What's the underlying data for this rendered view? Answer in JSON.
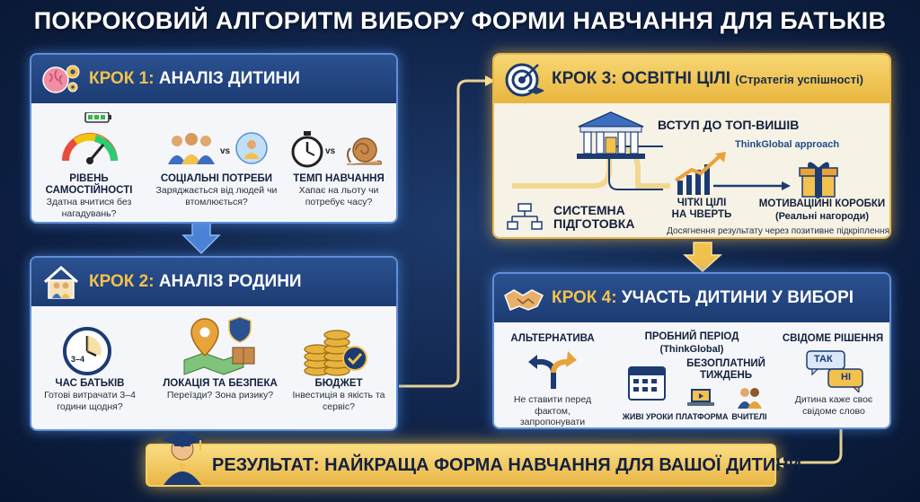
{
  "title": "ПОКРОКОВИЙ АЛГОРИТМ ВИБОРУ ФОРМИ НАВЧАННЯ ДЛЯ БАТЬКІВ",
  "step1": {
    "kicker": "КРОК 1:",
    "heading": "АНАЛІЗ ДИТИНИ",
    "items": [
      {
        "label": "РІВЕНЬ САМОСТІЙНОСТІ",
        "desc": "Здатна вчитися без нагадувань?"
      },
      {
        "label": "СОЦІАЛЬНІ ПОТРЕБИ",
        "vs": "vs",
        "desc": "Заряджається від людей чи втомлюється?"
      },
      {
        "label": "ТЕМП НАВЧАННЯ",
        "vs": "vs",
        "desc": "Хапає на льоту чи потребує часу?"
      }
    ]
  },
  "step2": {
    "kicker": "КРОК 2:",
    "heading": "АНАЛІЗ РОДИНИ",
    "items": [
      {
        "label": "ЧАС БАТЬКІВ",
        "desc": "Готові витрачати 3–4 години щодня?",
        "clock_text": "3–4"
      },
      {
        "label": "ЛОКАЦІЯ ТА БЕЗПЕКА",
        "desc": "Переїзди? Зона ризику?"
      },
      {
        "label": "БЮДЖЕТ",
        "desc": "Інвестиція в якість та сервіс?"
      }
    ]
  },
  "step3": {
    "kicker": "КРОК 3:",
    "heading": "ОСВІТНІ ЦІЛІ",
    "sub": "(Стратегія успішності)",
    "top": "ВСТУП ДО ТОП-ВИШІВ",
    "approach": "ThinkGlobal approach",
    "system": "СИСТЕМНА ПІДГОТОВКА",
    "goals": "ЧІТКІ ЦІЛІ НА ЧВЕРТЬ",
    "boxes": "МОТИВАЦІЙНІ КОРОБКИ",
    "boxes_sub": "(Реальні нагороди)",
    "caption": "Досягнення результату через позитивне підкріплення"
  },
  "step4": {
    "kicker": "КРОК 4:",
    "heading": "УЧАСТЬ ДИТИНИ У ВИБОРІ",
    "alt_label": "АЛЬТЕРНАТИВА",
    "alt_desc": "Не ставити перед фактом, запропонувати",
    "trial_label": "ПРОБНИЙ ПЕРІОД",
    "trial_sub": "(ThinkGlobal)",
    "free_week": "БЕЗОПЛАТНИЙ ТИЖДЕНЬ",
    "live": "ЖИВІ УРОКИ",
    "platform": "ПЛАТФОРМА",
    "teachers": "ВЧИТЕЛІ",
    "conscious_label": "СВІДОМЕ РІШЕННЯ",
    "yes": "ТАК",
    "hi": "HI",
    "conscious_desc": "Дитина каже своє свідоме слово"
  },
  "result": "РЕЗУЛЬТАТ: НАЙКРАЩА ФОРМА НАВЧАННЯ ДЛЯ ВАШОЇ ДИТИНИ",
  "colors": {
    "navy": "#1c3b72",
    "gold": "#e9b846",
    "glow": "#5f8fd8"
  }
}
